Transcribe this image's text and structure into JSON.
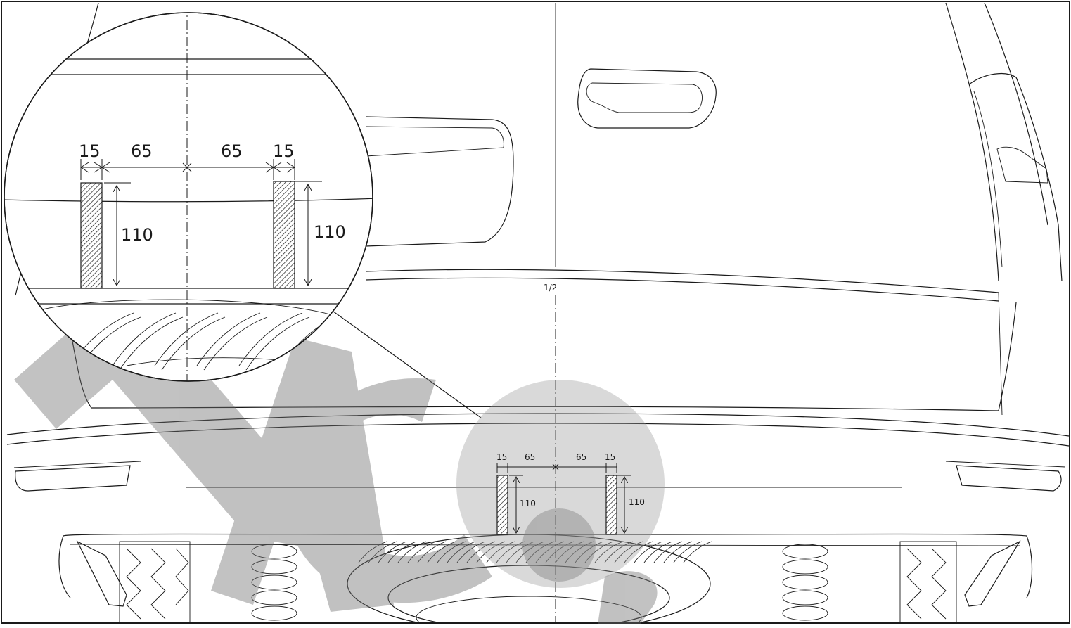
{
  "diagram": {
    "center_label": "1/2",
    "dimensions": {
      "outer_width": "15",
      "inner_offset": "65",
      "height": "110"
    },
    "detail_view": {
      "outer_width": "15",
      "inner_offset": "65",
      "height": "110"
    },
    "watermark": "TAC"
  }
}
